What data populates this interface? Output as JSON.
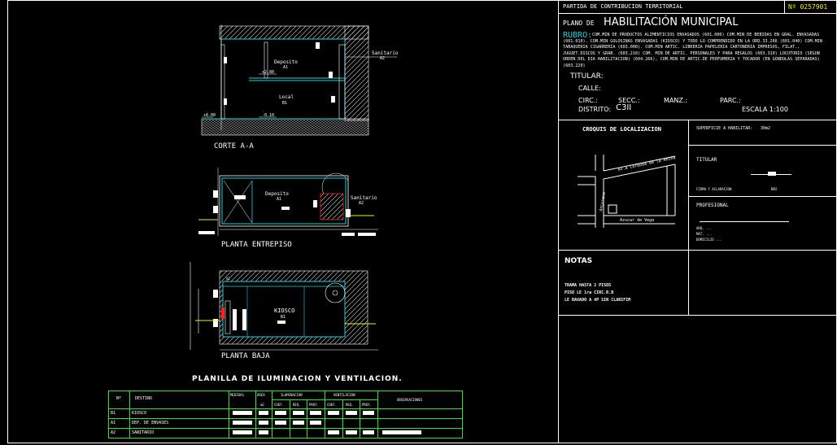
{
  "header": {
    "partida": "PARTIDA DE CONTRIBUCION TERRITORIAL",
    "partida_no": "Nº 0257901",
    "plano_de": "PLANO DE",
    "plano_title": "HABILITACIÓN MUNICIPAL",
    "rubro_label": "RUBRO:",
    "rubro_text": "COM.MIN DE PRODUCTOS ALIMENTICIOS ENVASADOS (601.000) COM.MIN DE BEBIDAS EN GRAL. ENVASADAS (601.010). COM.MIN GOLOSINAS ENVASADAS (KIOSCO) Y TODO LO COMPRENDIDO EN LA ORD.33.266 (601.040) COM.MIN TABAQUERIA CIGARRERIA (603.000). COM.MIN ARTIC. LIBRERIA PAPELERIA CARTONERIA IMPRESOS, FILAT., JUGUET.DISCOS Y GRAB. (603.210) COM. MIN DE ARTIC. PERSONALES Y PARA REGALOS (603.310) LOCUTORIO (SEGUN ORDEN DEL DIA HABILITACION) (604.266), COM.MIN DE ARTIC.DE PERFUMERIA Y TOCADOR (EN GONDOLAS SEPARADAS) (603.220)",
    "titular": "TITULAR:",
    "calle": "CALLE:",
    "circ": "CIRC.:",
    "secc": "SECC.:",
    "manz": "MANZ.:",
    "parc": "PARC.:",
    "distrito": "DISTRITO:",
    "distrito_val": "C3II",
    "escala": "ESCALA 1:100"
  },
  "croquis": {
    "title": "CROQUIS DE LOCALIZACION",
    "street_top": "Av.a Cordoba de la Reina",
    "street_left": "Ancorena",
    "street_bottom": "Azucar de Vega"
  },
  "info": {
    "superficie": "SUPERFICIE A HABILITAR:",
    "superficie_val": "30m2",
    "titular": "TITULAR",
    "firma_label": "FIRMA Y ACLARACION",
    "dni": "DNI",
    "profesional": "PROFESIONAL",
    "prof_line1": "ARQ. ...",
    "prof_line2": "MAT. ...",
    "prof_line3": "DOMICILIO ..."
  },
  "notas": {
    "title": "NOTAS",
    "lines": [
      "TRAMA HASTA 2 PISOS",
      "PISO LE 1ra CIRC.R.B",
      "LE RAVADO A 4P SIN CLARIFIM"
    ]
  },
  "drawings": {
    "corte_label": "CORTE A-A",
    "entrepiso_label": "PLANTA ENTREPISO",
    "baja_label": "PLANTA BAJA",
    "deposito": "Deposito",
    "deposito_code": "A1",
    "local": "Local",
    "local_code": "B1",
    "sanitario": "Sanitario",
    "sanitario_code": "A2",
    "kiosco": "KIOSCO",
    "kiosco_code": "B1",
    "lev_a": "+2.80",
    "lev_b": "+0.00",
    "lev_c": "-0.10"
  },
  "table": {
    "title": "PLANILLA DE ILUMINACION Y VENTILACION.",
    "headers": {
      "n": "Nº",
      "destino": "DESTINO",
      "medidas": "MEDIDAS",
      "area": "AREA",
      "area_unit": "m2",
      "iluminacion": "ILUMINACION",
      "ventilacion": "VENTILACION",
      "coef": "COEF.",
      "req": "REQ.",
      "proy": "PROY.",
      "observaciones": "OBSERVACIONES"
    },
    "rows": [
      {
        "n": "B1",
        "destino": "KIOSCO"
      },
      {
        "n": "A1",
        "destino": "DEP. DE ENVASES"
      },
      {
        "n": "A2",
        "destino": "SANITARIO"
      }
    ]
  },
  "colors": {
    "line_cyan": "#19d3e6",
    "line_green": "#2ee62e",
    "line_yellow": "#f2f200",
    "line_red": "#ff2020",
    "background": "#000000"
  }
}
